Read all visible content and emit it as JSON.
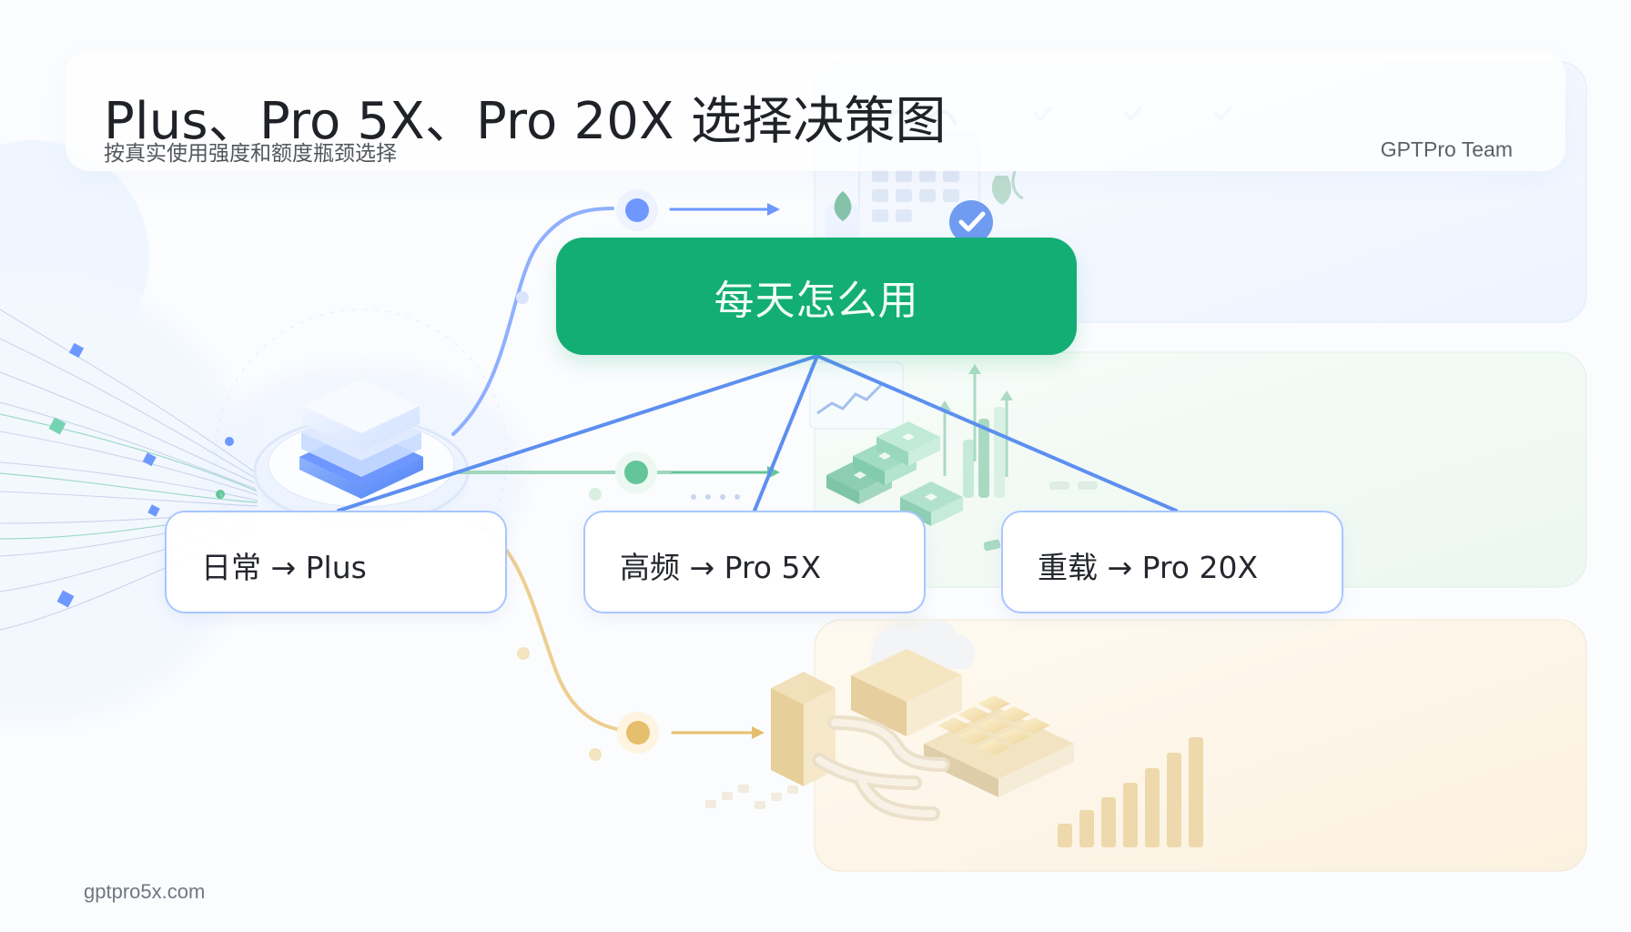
{
  "header": {
    "title": "Plus、Pro 5X、Pro 20X 选择决策图",
    "subtitle": "按真实使用强度和额度瓶颈选择",
    "team": "GPTPro Team"
  },
  "diagram": {
    "root_label": "每天怎么用",
    "options": [
      {
        "label": "日常 → Plus"
      },
      {
        "label": "高频 → Pro 5X"
      },
      {
        "label": "重载 → Pro 20X"
      }
    ]
  },
  "footer": {
    "url": "gptpro5x.com"
  },
  "colors": {
    "root_fill": "#13ae73",
    "connector": "#5d8ff0",
    "card_border": "#a8c6ff",
    "accent_blue": "#6e98ff",
    "accent_green": "#63c69a",
    "accent_gold": "#e5bf6d"
  },
  "icons": {
    "left_stack": "layered-stack-icon",
    "calendar": "calendar-icon",
    "analytics": "analytics-icon",
    "pipeline": "pipeline-icon"
  }
}
